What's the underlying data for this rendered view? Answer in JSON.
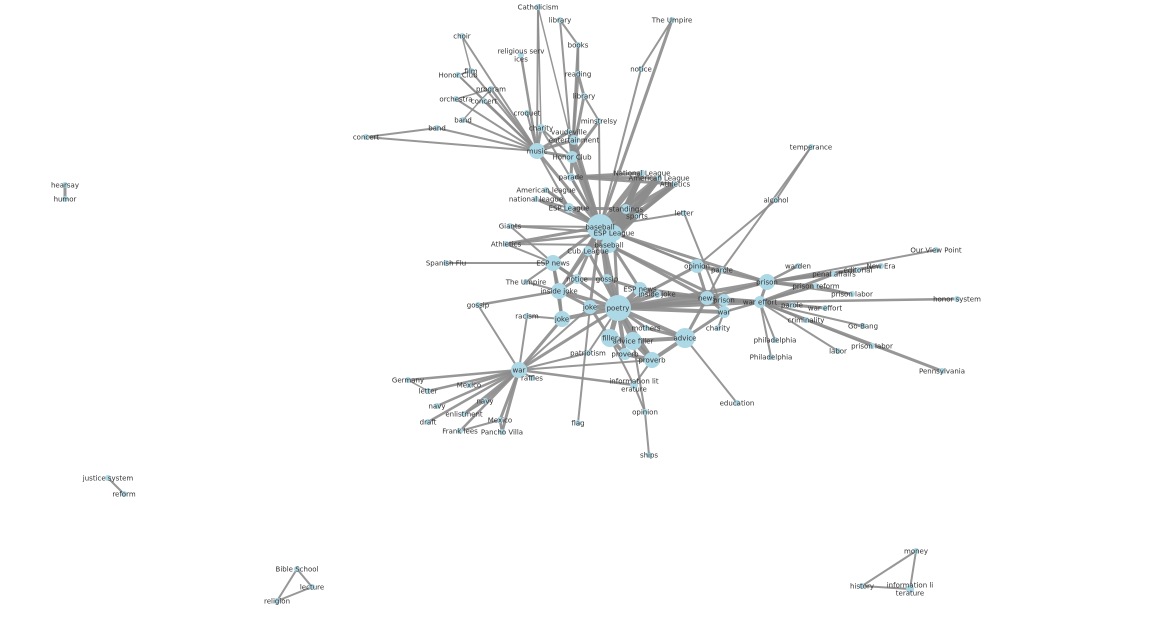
{
  "graph": {
    "colors": {
      "node": "#add8e6",
      "edge": "#8c8c8c",
      "label": "#333333",
      "background": "#ffffff"
    },
    "nodes": [
      {
        "id": "catholicism",
        "label": "Catholicism"
      },
      {
        "id": "library1",
        "label": "library"
      },
      {
        "id": "the-umpire-top",
        "label": "The Umpire"
      },
      {
        "id": "choir",
        "label": "choir"
      },
      {
        "id": "religious-services",
        "label": "religious serv\nices"
      },
      {
        "id": "books",
        "label": "books"
      },
      {
        "id": "notice-top",
        "label": "notice"
      },
      {
        "id": "film",
        "label": "film"
      },
      {
        "id": "honor-club-top",
        "label": "Honor Club"
      },
      {
        "id": "program",
        "label": "program"
      },
      {
        "id": "reading",
        "label": "reading"
      },
      {
        "id": "orchestra",
        "label": "orchestra"
      },
      {
        "id": "concert-top",
        "label": "concert"
      },
      {
        "id": "library2",
        "label": "library"
      },
      {
        "id": "croquet",
        "label": "croquet"
      },
      {
        "id": "band-top",
        "label": "band"
      },
      {
        "id": "minstrelsy",
        "label": "minstrelsy"
      },
      {
        "id": "band",
        "label": "band"
      },
      {
        "id": "charity-top",
        "label": "charity"
      },
      {
        "id": "vaudeville",
        "label": "vaudeville"
      },
      {
        "id": "entertainment",
        "label": "entertainment"
      },
      {
        "id": "concert",
        "label": "concert"
      },
      {
        "id": "music",
        "label": "music"
      },
      {
        "id": "honor-club",
        "label": "Honor Club"
      },
      {
        "id": "temperance",
        "label": "temperance"
      },
      {
        "id": "hearsay",
        "label": "hearsay"
      },
      {
        "id": "humor",
        "label": "humor"
      },
      {
        "id": "national-league-top",
        "label": "National League"
      },
      {
        "id": "parade",
        "label": "parade"
      },
      {
        "id": "american-league-top",
        "label": "American League"
      },
      {
        "id": "athletics-top",
        "label": "Athletics"
      },
      {
        "id": "american-league",
        "label": "American league"
      },
      {
        "id": "national-league",
        "label": "national league"
      },
      {
        "id": "alcohol",
        "label": "alcohol"
      },
      {
        "id": "esp-league-top",
        "label": "ESP League"
      },
      {
        "id": "standings",
        "label": "standings"
      },
      {
        "id": "letter-mid",
        "label": "letter"
      },
      {
        "id": "sports",
        "label": "sports"
      },
      {
        "id": "giants",
        "label": "Giants"
      },
      {
        "id": "baseball",
        "label": "baseball"
      },
      {
        "id": "esp-league",
        "label": "ESP League"
      },
      {
        "id": "athletics",
        "label": "Athletics"
      },
      {
        "id": "baseball2",
        "label": "baseball"
      },
      {
        "id": "our-view-point",
        "label": "Our View Point"
      },
      {
        "id": "cub-league",
        "label": "Cub League"
      },
      {
        "id": "spanish-flu",
        "label": "Spanish Flu"
      },
      {
        "id": "esp-news",
        "label": "ESP news"
      },
      {
        "id": "opinion-mid",
        "label": "opinion"
      },
      {
        "id": "parole",
        "label": "parole"
      },
      {
        "id": "warden",
        "label": "warden"
      },
      {
        "id": "new-era",
        "label": "New Era"
      },
      {
        "id": "editorial",
        "label": "editorial"
      },
      {
        "id": "penal-affairs",
        "label": "penal affairs"
      },
      {
        "id": "the-umpire",
        "label": "The Umpire"
      },
      {
        "id": "notice",
        "label": "notice"
      },
      {
        "id": "gossip-mid",
        "label": "gossip"
      },
      {
        "id": "prison",
        "label": "prison"
      },
      {
        "id": "prison-reform",
        "label": "prison reform"
      },
      {
        "id": "inside-joke",
        "label": "inside joke"
      },
      {
        "id": "esp-news2",
        "label": "ESP news"
      },
      {
        "id": "inside-joke2",
        "label": "inside joke"
      },
      {
        "id": "prison-labor-top",
        "label": "prison labor"
      },
      {
        "id": "honor-system",
        "label": "honor system"
      },
      {
        "id": "news",
        "label": "news"
      },
      {
        "id": "prison2",
        "label": "prison"
      },
      {
        "id": "war-effort-top",
        "label": "war effort"
      },
      {
        "id": "parole2",
        "label": "parole"
      },
      {
        "id": "gossip",
        "label": "gossip"
      },
      {
        "id": "joke",
        "label": "joke"
      },
      {
        "id": "poetry",
        "label": "poetry"
      },
      {
        "id": "war-mid",
        "label": "war"
      },
      {
        "id": "war-effort",
        "label": "war effort"
      },
      {
        "id": "racism",
        "label": "racism"
      },
      {
        "id": "criminality",
        "label": "criminality"
      },
      {
        "id": "joke2",
        "label": "joke"
      },
      {
        "id": "go-bang",
        "label": "Go-Bang"
      },
      {
        "id": "charity",
        "label": "charity"
      },
      {
        "id": "mothers",
        "label": "mothers"
      },
      {
        "id": "advice",
        "label": "advice"
      },
      {
        "id": "philadelphia-lower",
        "label": "philadelphia"
      },
      {
        "id": "filler",
        "label": "filler"
      },
      {
        "id": "advice-filler",
        "label": "advice filler"
      },
      {
        "id": "prison-labor",
        "label": "prison labor"
      },
      {
        "id": "labor",
        "label": "labor"
      },
      {
        "id": "patriotism",
        "label": "patriotism"
      },
      {
        "id": "proverb",
        "label": "proverb"
      },
      {
        "id": "proverb2",
        "label": "proverb"
      },
      {
        "id": "philadelphia",
        "label": "Philadelphia"
      },
      {
        "id": "pennsylvania",
        "label": "Pennsylvania"
      },
      {
        "id": "war",
        "label": "war"
      },
      {
        "id": "raffles",
        "label": "raffles"
      },
      {
        "id": "germany",
        "label": "Germany"
      },
      {
        "id": "mexico-top",
        "label": "Mexico"
      },
      {
        "id": "information-literature",
        "label": "information lit\nerature"
      },
      {
        "id": "letter",
        "label": "letter"
      },
      {
        "id": "navy-top",
        "label": "navy"
      },
      {
        "id": "navy",
        "label": "navy"
      },
      {
        "id": "education",
        "label": "education"
      },
      {
        "id": "enlistment",
        "label": "enlistment"
      },
      {
        "id": "opinion",
        "label": "opinion"
      },
      {
        "id": "draft",
        "label": "draft"
      },
      {
        "id": "mexico",
        "label": "Mexico"
      },
      {
        "id": "flag",
        "label": "flag"
      },
      {
        "id": "frank-lees",
        "label": "Frank lees"
      },
      {
        "id": "pancho-villa",
        "label": "Pancho Villa"
      },
      {
        "id": "ships",
        "label": "ships"
      },
      {
        "id": "justice-system",
        "label": "justice system"
      },
      {
        "id": "reform",
        "label": "reform"
      },
      {
        "id": "money",
        "label": "money"
      },
      {
        "id": "bible-school",
        "label": "Bible School"
      },
      {
        "id": "lecture",
        "label": "lecture"
      },
      {
        "id": "history",
        "label": "history"
      },
      {
        "id": "information-literature2",
        "label": "information li\nterature"
      },
      {
        "id": "religion",
        "label": "religion"
      }
    ]
  }
}
